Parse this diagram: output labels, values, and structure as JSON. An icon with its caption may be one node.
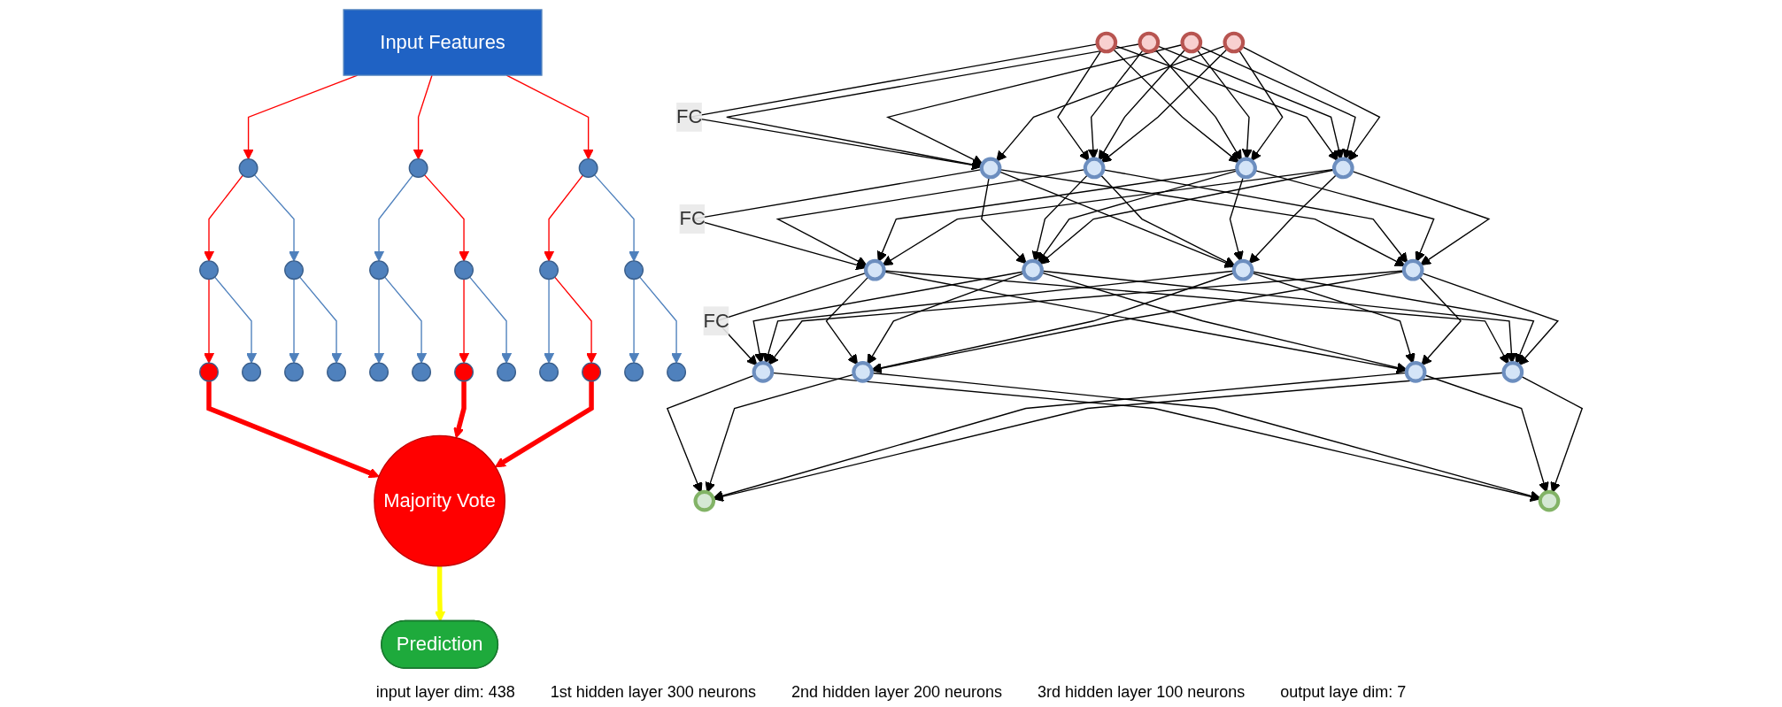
{
  "diagram": {
    "nodes": [
      {
        "text": [
          "Input Features"
        ]
      },
      {
        "text": [],
        "shape": "circle"
      },
      {
        "text": [],
        "shape": "circle"
      },
      {
        "text": [],
        "shape": "circle"
      },
      {
        "text": [],
        "shape": "circle"
      },
      {
        "text": [],
        "shape": "circle"
      },
      {
        "text": [],
        "shape": "circle"
      },
      {
        "text": [],
        "shape": "circle"
      },
      {
        "text": [],
        "shape": "circle"
      },
      {
        "text": [],
        "shape": "circle"
      },
      {
        "text": [],
        "shape": "circle"
      },
      {
        "text": [],
        "shape": "circle"
      },
      {
        "text": [],
        "shape": "circle"
      },
      {
        "text": [],
        "shape": "circle"
      },
      {
        "text": [],
        "shape": "circle"
      },
      {
        "text": [],
        "shape": "circle"
      },
      {
        "text": [],
        "shape": "circle"
      },
      {
        "text": [],
        "shape": "circle"
      },
      {
        "text": [],
        "shape": "circle"
      },
      {
        "text": [],
        "shape": "circle"
      },
      {
        "text": [],
        "shape": "circle"
      },
      {
        "text": [],
        "shape": "circle"
      },
      {
        "text": [
          "Majority Vote"
        ]
      },
      {
        "text": [
          "Prediction"
        ]
      },
      {
        "text": [],
        "shape": "circle"
      },
      {
        "text": [],
        "shape": "circle"
      },
      {
        "text": [],
        "shape": "circle"
      },
      {
        "text": [],
        "shape": "circle"
      },
      {
        "text": [],
        "shape": "circle"
      },
      {
        "text": [],
        "shape": "circle"
      },
      {
        "text": [],
        "shape": "circle"
      },
      {
        "text": [],
        "shape": "circle"
      },
      {
        "text": [],
        "shape": "circle"
      },
      {
        "text": [],
        "shape": "circle"
      },
      {
        "text": [],
        "shape": "circle"
      },
      {
        "text": [],
        "shape": "circle"
      },
      {
        "text": [],
        "shape": "circle"
      },
      {
        "text": [],
        "shape": "circle"
      },
      {
        "text": [],
        "shape": "circle"
      },
      {
        "text": [],
        "shape": "circle"
      },
      {
        "text": [],
        "shape": "circle"
      },
      {
        "text": [],
        "shape": "circle"
      }
    ],
    "edges": [
      {
        "from": 0,
        "to": 1,
        "arrow": "to",
        "color": "#ff0000"
      },
      {
        "from": 0,
        "to": 8,
        "arrow": "to",
        "color": "#ff0000"
      },
      {
        "from": 0,
        "to": 15,
        "arrow": "to",
        "color": "#ff0000"
      },
      {
        "from": 1,
        "to": 2,
        "arrow": "to",
        "color": "#ff0000"
      },
      {
        "from": 1,
        "to": 3,
        "arrow": "to",
        "color": "#4f81bd"
      },
      {
        "from": 2,
        "to": 4,
        "arrow": "to",
        "color": "#ff0000"
      },
      {
        "from": 2,
        "to": 5,
        "arrow": "to",
        "color": "#4f81bd"
      },
      {
        "from": 3,
        "to": 6,
        "arrow": "to",
        "color": "#4f81bd"
      },
      {
        "from": 3,
        "to": 7,
        "arrow": "to",
        "color": "#4f81bd"
      },
      {
        "from": 8,
        "to": 9,
        "arrow": "to",
        "color": "#4f81bd"
      },
      {
        "from": 8,
        "to": 10,
        "arrow": "to",
        "color": "#ff0000"
      },
      {
        "from": 9,
        "to": 11,
        "arrow": "to",
        "color": "#4f81bd"
      },
      {
        "from": 9,
        "to": 12,
        "arrow": "to",
        "color": "#4f81bd"
      },
      {
        "from": 10,
        "to": 13,
        "arrow": "to",
        "color": "#ff0000"
      },
      {
        "from": 10,
        "to": 14,
        "arrow": "to",
        "color": "#4f81bd"
      },
      {
        "from": 15,
        "to": 16,
        "arrow": "to",
        "color": "#ff0000"
      },
      {
        "from": 15,
        "to": 17,
        "arrow": "to",
        "color": "#4f81bd"
      },
      {
        "from": 16,
        "to": 18,
        "arrow": "to",
        "color": "#4f81bd"
      },
      {
        "from": 16,
        "to": 19,
        "arrow": "to",
        "color": "#ff0000"
      },
      {
        "from": 17,
        "to": 20,
        "arrow": "to",
        "color": "#4f81bd"
      },
      {
        "from": 17,
        "to": 21,
        "arrow": "to",
        "color": "#4f81bd"
      },
      {
        "from": 4,
        "to": 22,
        "arrow": "to",
        "style": "thick",
        "color": "#ff0000"
      },
      {
        "from": 13,
        "to": 22,
        "arrow": "to",
        "style": "thick",
        "color": "#ff0000"
      },
      {
        "from": 19,
        "to": 22,
        "arrow": "to",
        "style": "thick",
        "color": "#ff0000"
      },
      {
        "from": 22,
        "to": 23,
        "arrow": "to",
        "style": "thick",
        "color": "#ffff00"
      },
      {
        "from": 24,
        "to": 28,
        "arrow": "to",
        "label": "FC"
      },
      {
        "from": 24,
        "to": 29,
        "arrow": "to"
      },
      {
        "from": 24,
        "to": 30,
        "arrow": "to"
      },
      {
        "from": 24,
        "to": 31,
        "arrow": "to"
      },
      {
        "from": 25,
        "to": 28,
        "arrow": "to"
      },
      {
        "from": 25,
        "to": 29,
        "arrow": "to"
      },
      {
        "from": 25,
        "to": 30,
        "arrow": "to"
      },
      {
        "from": 25,
        "to": 31,
        "arrow": "to"
      },
      {
        "from": 26,
        "to": 28,
        "arrow": "to"
      },
      {
        "from": 26,
        "to": 29,
        "arrow": "to"
      },
      {
        "from": 26,
        "to": 30,
        "arrow": "to"
      },
      {
        "from": 26,
        "to": 31,
        "arrow": "to"
      },
      {
        "from": 27,
        "to": 28,
        "arrow": "to"
      },
      {
        "from": 27,
        "to": 29,
        "arrow": "to"
      },
      {
        "from": 27,
        "to": 30,
        "arrow": "to"
      },
      {
        "from": 27,
        "to": 31,
        "arrow": "to"
      },
      {
        "from": 28,
        "to": 32,
        "arrow": "to",
        "label": "FC"
      },
      {
        "from": 28,
        "to": 33,
        "arrow": "to"
      },
      {
        "from": 28,
        "to": 34,
        "arrow": "to"
      },
      {
        "from": 28,
        "to": 35,
        "arrow": "to"
      },
      {
        "from": 29,
        "to": 32,
        "arrow": "to"
      },
      {
        "from": 29,
        "to": 33,
        "arrow": "to"
      },
      {
        "from": 29,
        "to": 34,
        "arrow": "to"
      },
      {
        "from": 29,
        "to": 35,
        "arrow": "to"
      },
      {
        "from": 30,
        "to": 32,
        "arrow": "to"
      },
      {
        "from": 30,
        "to": 33,
        "arrow": "to"
      },
      {
        "from": 30,
        "to": 34,
        "arrow": "to"
      },
      {
        "from": 30,
        "to": 35,
        "arrow": "to"
      },
      {
        "from": 31,
        "to": 32,
        "arrow": "to"
      },
      {
        "from": 31,
        "to": 33,
        "arrow": "to"
      },
      {
        "from": 31,
        "to": 34,
        "arrow": "to"
      },
      {
        "from": 31,
        "to": 35,
        "arrow": "to"
      },
      {
        "from": 32,
        "to": 36,
        "arrow": "to",
        "label": "FC"
      },
      {
        "from": 32,
        "to": 37,
        "arrow": "to"
      },
      {
        "from": 32,
        "to": 38,
        "arrow": "to"
      },
      {
        "from": 32,
        "to": 39,
        "arrow": "to"
      },
      {
        "from": 33,
        "to": 36,
        "arrow": "to"
      },
      {
        "from": 33,
        "to": 37,
        "arrow": "to"
      },
      {
        "from": 33,
        "to": 38,
        "arrow": "to"
      },
      {
        "from": 33,
        "to": 39,
        "arrow": "to"
      },
      {
        "from": 34,
        "to": 36,
        "arrow": "to"
      },
      {
        "from": 34,
        "to": 37,
        "arrow": "to"
      },
      {
        "from": 34,
        "to": 38,
        "arrow": "to"
      },
      {
        "from": 34,
        "to": 39,
        "arrow": "to"
      },
      {
        "from": 35,
        "to": 36,
        "arrow": "to"
      },
      {
        "from": 35,
        "to": 37,
        "arrow": "to"
      },
      {
        "from": 35,
        "to": 38,
        "arrow": "to"
      },
      {
        "from": 35,
        "to": 39,
        "arrow": "to"
      },
      {
        "from": 36,
        "to": 40,
        "arrow": "to"
      },
      {
        "from": 36,
        "to": 41,
        "arrow": "to"
      },
      {
        "from": 37,
        "to": 40,
        "arrow": "to"
      },
      {
        "from": 37,
        "to": 41,
        "arrow": "to"
      },
      {
        "from": 38,
        "to": 40,
        "arrow": "to"
      },
      {
        "from": 38,
        "to": 41,
        "arrow": "to"
      },
      {
        "from": 39,
        "to": 40,
        "arrow": "to"
      },
      {
        "from": 39,
        "to": 41,
        "arrow": "to"
      }
    ],
    "labels": [
      "input layer dim: 438",
      "1st hidden layer 300 neurons",
      "2nd hidden layer 200 neurons",
      "3rd hidden layer 100 neurons",
      "output laye dim: 7"
    ]
  }
}
